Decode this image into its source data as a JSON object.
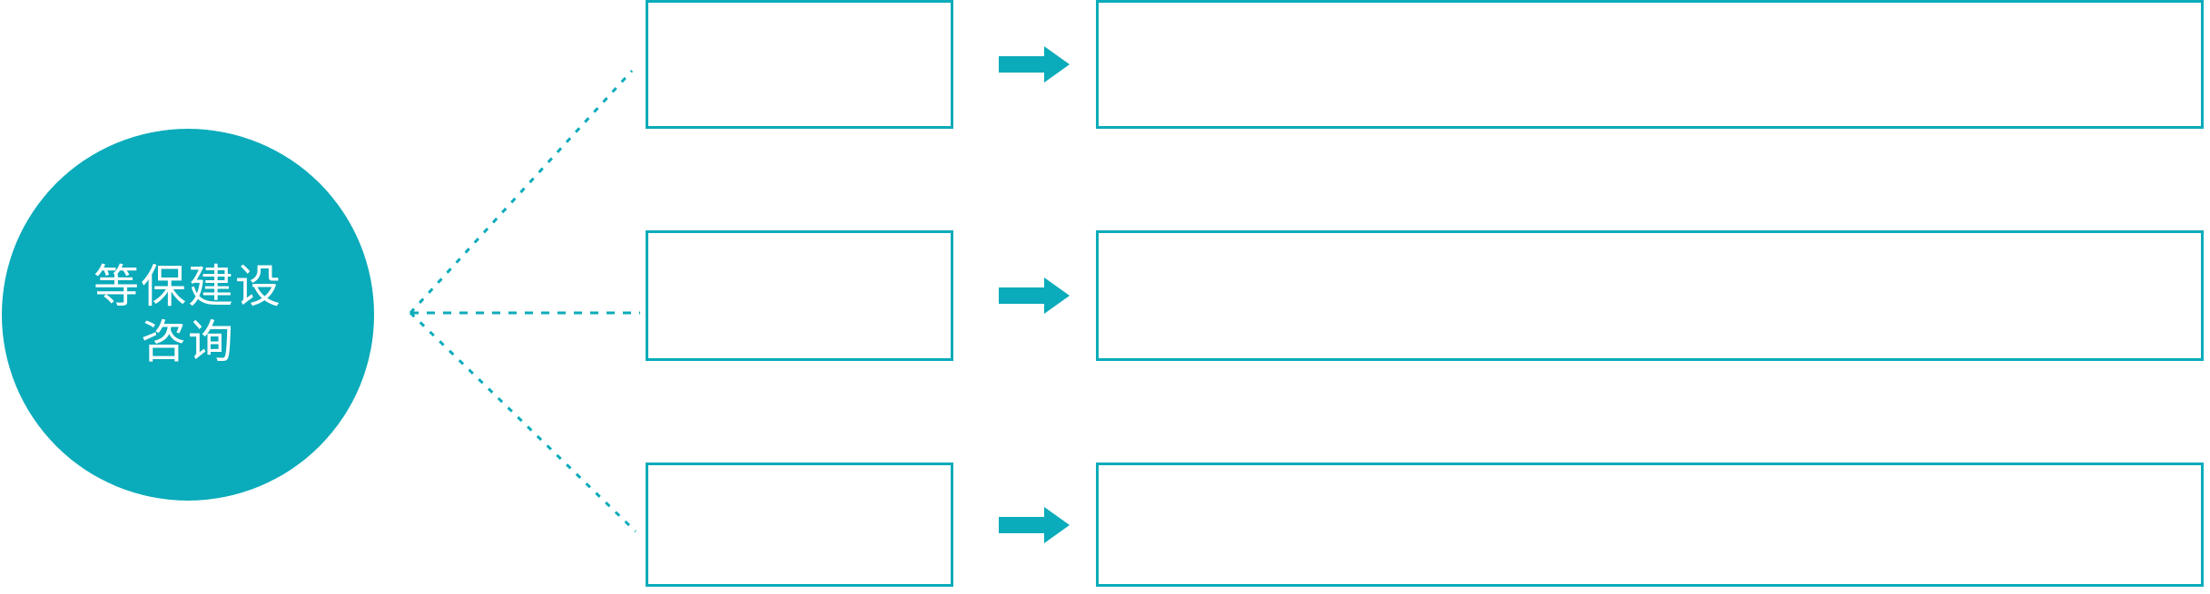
{
  "theme": {
    "accent": "#0aabba",
    "background": "#ffffff",
    "hub_text_color": "#ffffff",
    "box_border_color": "#0aabba",
    "connector_color": "#0aabba"
  },
  "hub": {
    "name": "等保建设咨询",
    "lines": [
      "等保建设",
      "咨询"
    ]
  },
  "connector": {
    "style": "dotted",
    "origin_label": "branch-origin",
    "branch_count": 3
  },
  "rows": [
    {
      "label": "",
      "arrow": "arrow-right-icon",
      "detail": ""
    },
    {
      "label": "",
      "arrow": "arrow-right-icon",
      "detail": ""
    },
    {
      "label": "",
      "arrow": "arrow-right-icon",
      "detail": ""
    }
  ]
}
